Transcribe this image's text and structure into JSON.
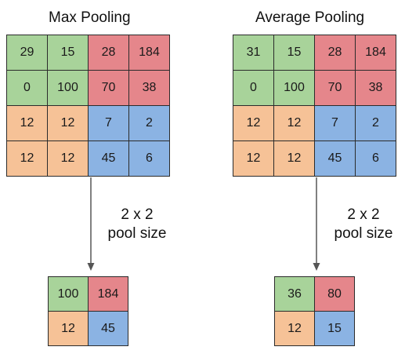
{
  "colors": {
    "green": "#a8d39a",
    "red": "#e5868b",
    "orange": "#f6c297",
    "blue": "#8bb3e3"
  },
  "max_pooling": {
    "title": "Max Pooling",
    "input": [
      [
        "29",
        "15",
        "28",
        "184"
      ],
      [
        "0",
        "100",
        "70",
        "38"
      ],
      [
        "12",
        "12",
        "7",
        "2"
      ],
      [
        "12",
        "12",
        "45",
        "6"
      ]
    ],
    "pool_label_line1": "2 x 2",
    "pool_label_line2": "pool size",
    "output": [
      [
        "100",
        "184"
      ],
      [
        "12",
        "45"
      ]
    ]
  },
  "average_pooling": {
    "title": "Average Pooling",
    "input": [
      [
        "31",
        "15",
        "28",
        "184"
      ],
      [
        "0",
        "100",
        "70",
        "38"
      ],
      [
        "12",
        "12",
        "7",
        "2"
      ],
      [
        "12",
        "12",
        "45",
        "6"
      ]
    ],
    "pool_label_line1": "2 x 2",
    "pool_label_line2": "pool size",
    "output": [
      [
        "36",
        "80"
      ],
      [
        "12",
        "15"
      ]
    ]
  }
}
